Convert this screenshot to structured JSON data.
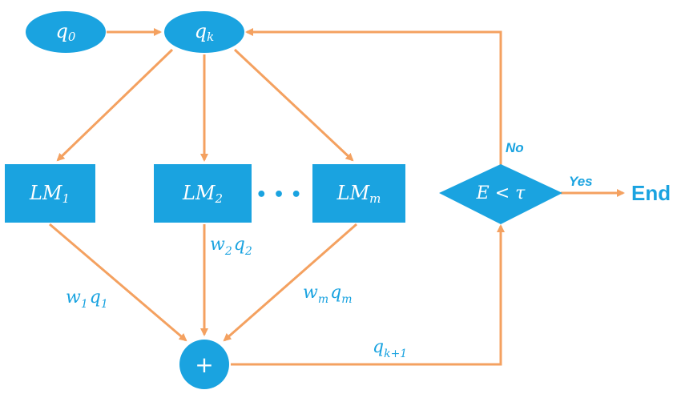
{
  "colors": {
    "node_fill": "#1aa3e0",
    "edge": "#f4a160",
    "label": "#1aa3e0",
    "node_text": "#ffffff"
  },
  "nodes": {
    "q0": {
      "base": "q",
      "sub": "0"
    },
    "qk": {
      "base": "q",
      "sub": "k"
    },
    "lm1": {
      "base": "LM",
      "sub": "1"
    },
    "lm2": {
      "base": "LM",
      "sub": "2"
    },
    "lmm": {
      "base": "LM",
      "sub": "m"
    },
    "decision": {
      "text": "E < τ"
    },
    "sum": {
      "text": "+"
    }
  },
  "ellipsis": "• • •",
  "labels": {
    "w1q1": {
      "w": "w",
      "ws": "1",
      "q": "q",
      "qs": "1"
    },
    "w2q2": {
      "w": "w",
      "ws": "2",
      "q": "q",
      "qs": "2"
    },
    "wmqm": {
      "w": "w",
      "ws": "m",
      "q": "q",
      "qs": "m"
    },
    "qk1": {
      "base": "q",
      "sub": "k+1"
    },
    "no": "No",
    "yes": "Yes",
    "end": "End"
  }
}
